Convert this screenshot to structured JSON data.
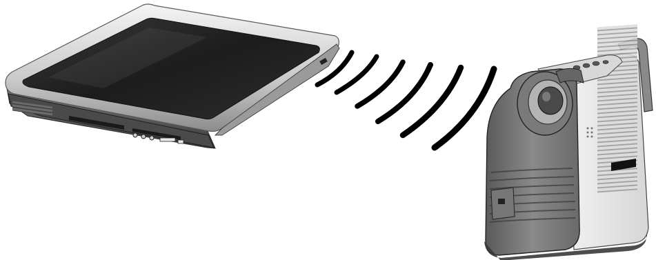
{
  "scene": {
    "background": "#ffffff",
    "palette": {
      "dark": "#1a1a1a",
      "mid": "#6e6e6e",
      "light": "#cfcfcf",
      "silver": "#e6e6e6"
    },
    "objects": [
      {
        "name": "laptop",
        "icon": "laptop-icon"
      },
      {
        "name": "wireless-signal",
        "icon": "wireless-waves-icon",
        "arc_count": 6
      },
      {
        "name": "projector",
        "icon": "projector-icon"
      }
    ]
  }
}
